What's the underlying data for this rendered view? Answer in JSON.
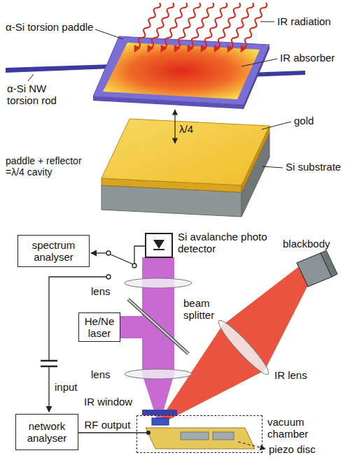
{
  "diagram": {
    "nodes": [
      {
        "text": [
          "spectrum analyser"
        ]
      },
      {
        "text": [
          "He/Ne laser"
        ]
      },
      {
        "text": [
          "network analyser"
        ]
      },
      {
        "text": [
          "vacuum chamber"
        ]
      }
    ],
    "edges": [
      {
        "from": 2,
        "to": 3,
        "label": "RF output",
        "arrow": "none"
      }
    ],
    "labels": [
      "IR radiation",
      "α-Si torsion paddle",
      "IR absorber",
      "α-Si NW torsion rod",
      "gold",
      "λ/4",
      "paddle + reflector =λ/4 cavity",
      "Si substrate",
      "Si avalanche photo detector",
      "blackbody",
      "lens",
      "beam splitter",
      "IR lens",
      "lens",
      "input",
      "IR window",
      "piezo disc"
    ]
  }
}
